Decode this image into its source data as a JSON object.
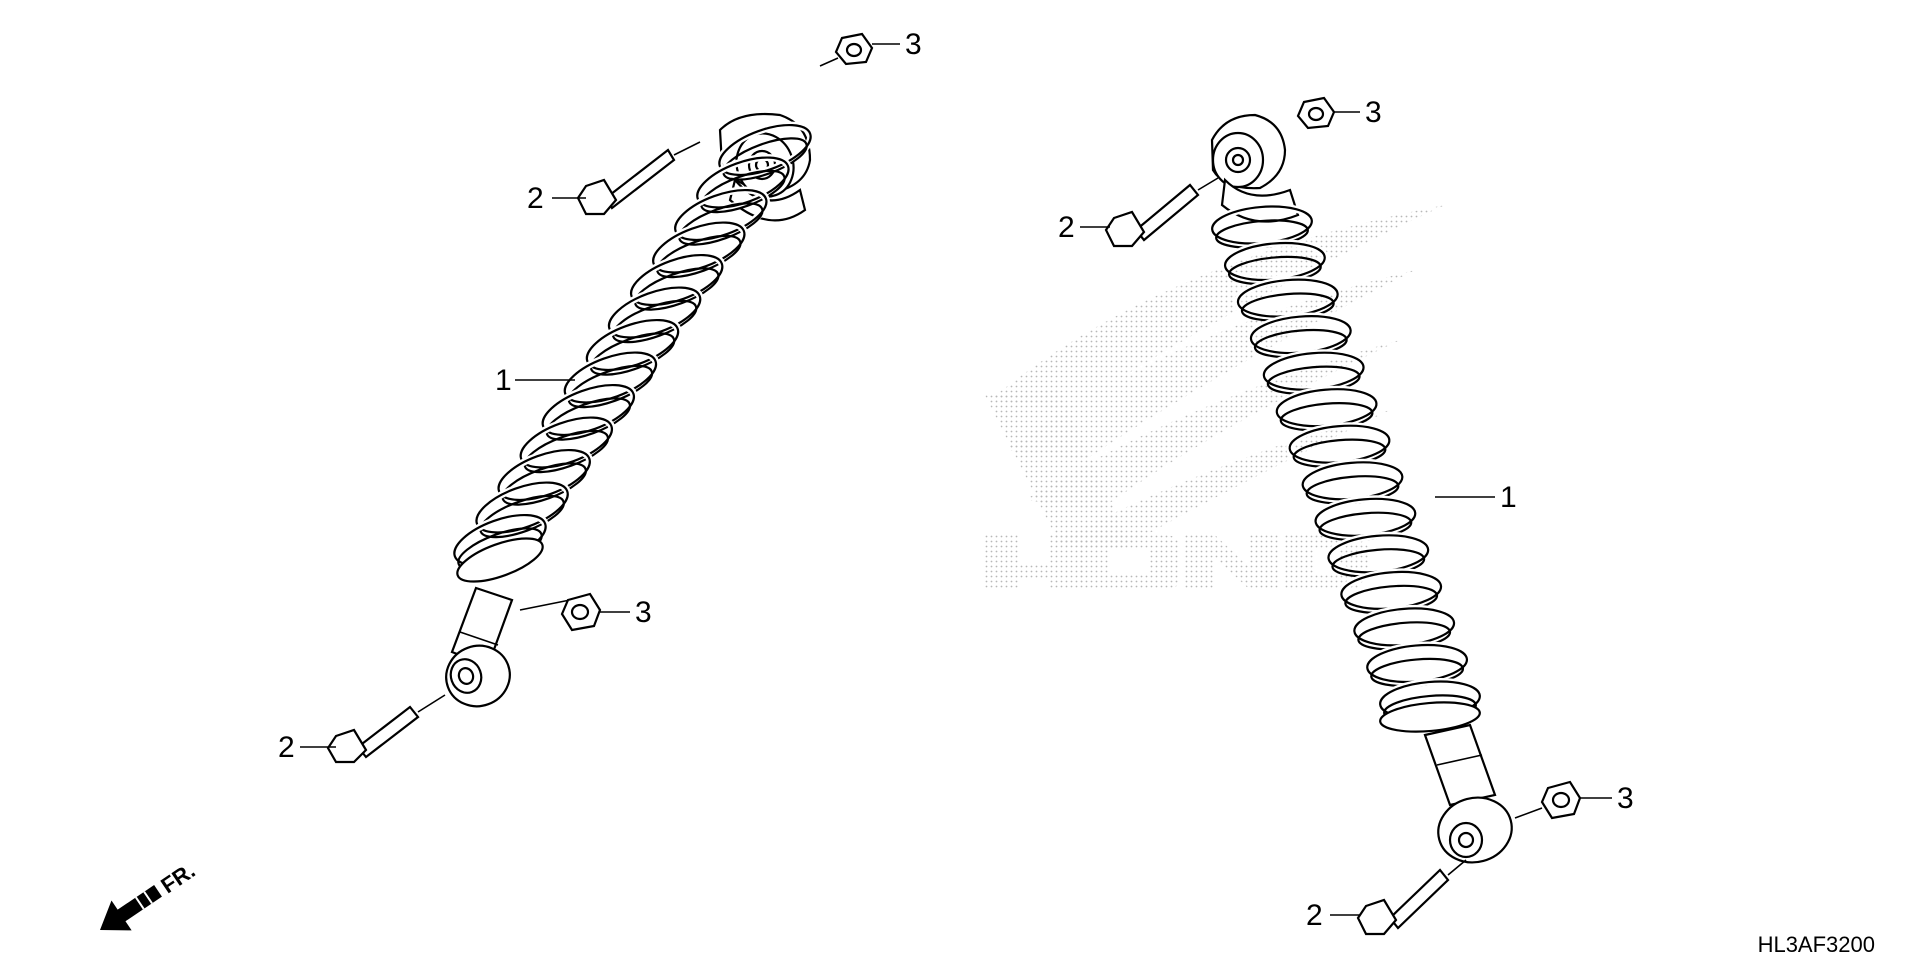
{
  "diagram": {
    "callouts": [
      {
        "id": "left-top-nut",
        "text": "3"
      },
      {
        "id": "left-top-bolt",
        "text": "2"
      },
      {
        "id": "left-shock",
        "text": "1"
      },
      {
        "id": "left-bottom-nut",
        "text": "3"
      },
      {
        "id": "left-bottom-bolt",
        "text": "2"
      },
      {
        "id": "right-top-nut",
        "text": "3"
      },
      {
        "id": "right-top-bolt",
        "text": "2"
      },
      {
        "id": "right-shock",
        "text": "1"
      },
      {
        "id": "right-bottom-nut",
        "text": "3"
      },
      {
        "id": "right-bottom-bolt",
        "text": "2"
      }
    ],
    "front_arrow_label": "FR.",
    "diagram_code": "HL3AF3200",
    "watermark": "HONDA"
  }
}
